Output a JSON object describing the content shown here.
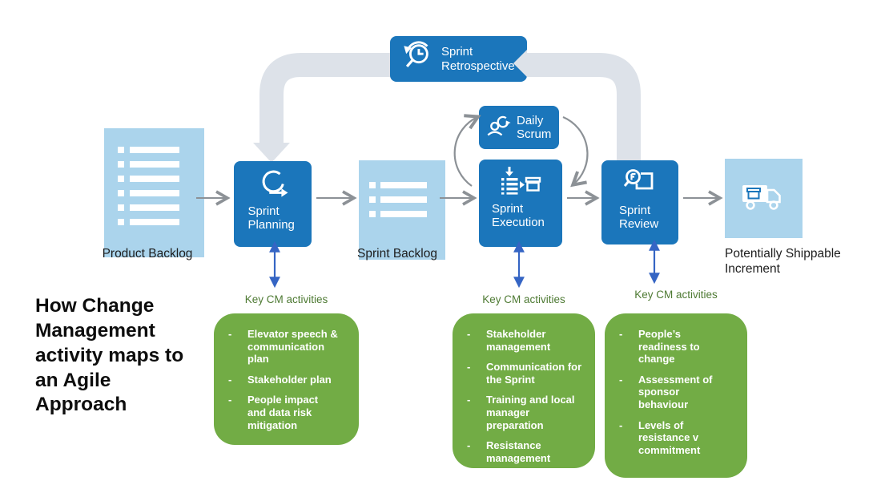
{
  "title": {
    "text": "How Change Management activity maps to an Agile Approach",
    "lines": [
      "How Change",
      "Management",
      "activity maps to",
      "an Agile",
      "Approach"
    ]
  },
  "flow": {
    "product_backlog": {
      "label": "Product Backlog"
    },
    "sprint_planning": {
      "label": "Sprint Planning"
    },
    "sprint_backlog": {
      "label": "Sprint Backlog"
    },
    "daily_scrum": {
      "label": "Daily Scrum"
    },
    "sprint_execution": {
      "label": "Sprint Execution"
    },
    "sprint_review": {
      "label": "Sprint Review"
    },
    "sprint_retrospective": {
      "label": "Sprint Retrospective"
    },
    "shippable_increment": {
      "label": "Potentially Shippable Increment"
    }
  },
  "bullet_char": "-",
  "cm_sections": [
    {
      "heading": "Key CM activities",
      "items": [
        "Elevator speech & communication plan",
        "Stakeholder plan",
        "People impact and data risk mitigation"
      ]
    },
    {
      "heading": "Key CM activities",
      "items": [
        "Stakeholder management",
        "Communication for the Sprint",
        "Training and local manager preparation",
        "Resistance management"
      ]
    },
    {
      "heading": "Key CM activities",
      "items": [
        "People’s readiness to change",
        "Assessment of sponsor behaviour",
        "Levels of resistance v commitment"
      ]
    }
  ],
  "icons": {
    "product_backlog": "list-lines-icon",
    "sprint_backlog": "list-lines-icon",
    "sprint_planning": "iteration-loop-icon",
    "daily_scrum": "person-cycle-icon",
    "sprint_execution": "list-to-box-icon",
    "sprint_review": "magnifier-board-icon",
    "sprint_retrospective": "history-magnifier-icon",
    "shippable_increment": "delivery-truck-icon"
  },
  "colors": {
    "process_blue": "#1b76bb",
    "artifact_light_blue": "#abd4ec",
    "loop_band_gray": "#dde2e9",
    "cm_green": "#72ac45",
    "cm_heading_green": "#4e7a33",
    "cm_arrow_blue": "#3565c4",
    "flow_arrow_gray": "#8c9196",
    "text_dark": "#1e1e1e",
    "white": "#ffffff"
  }
}
